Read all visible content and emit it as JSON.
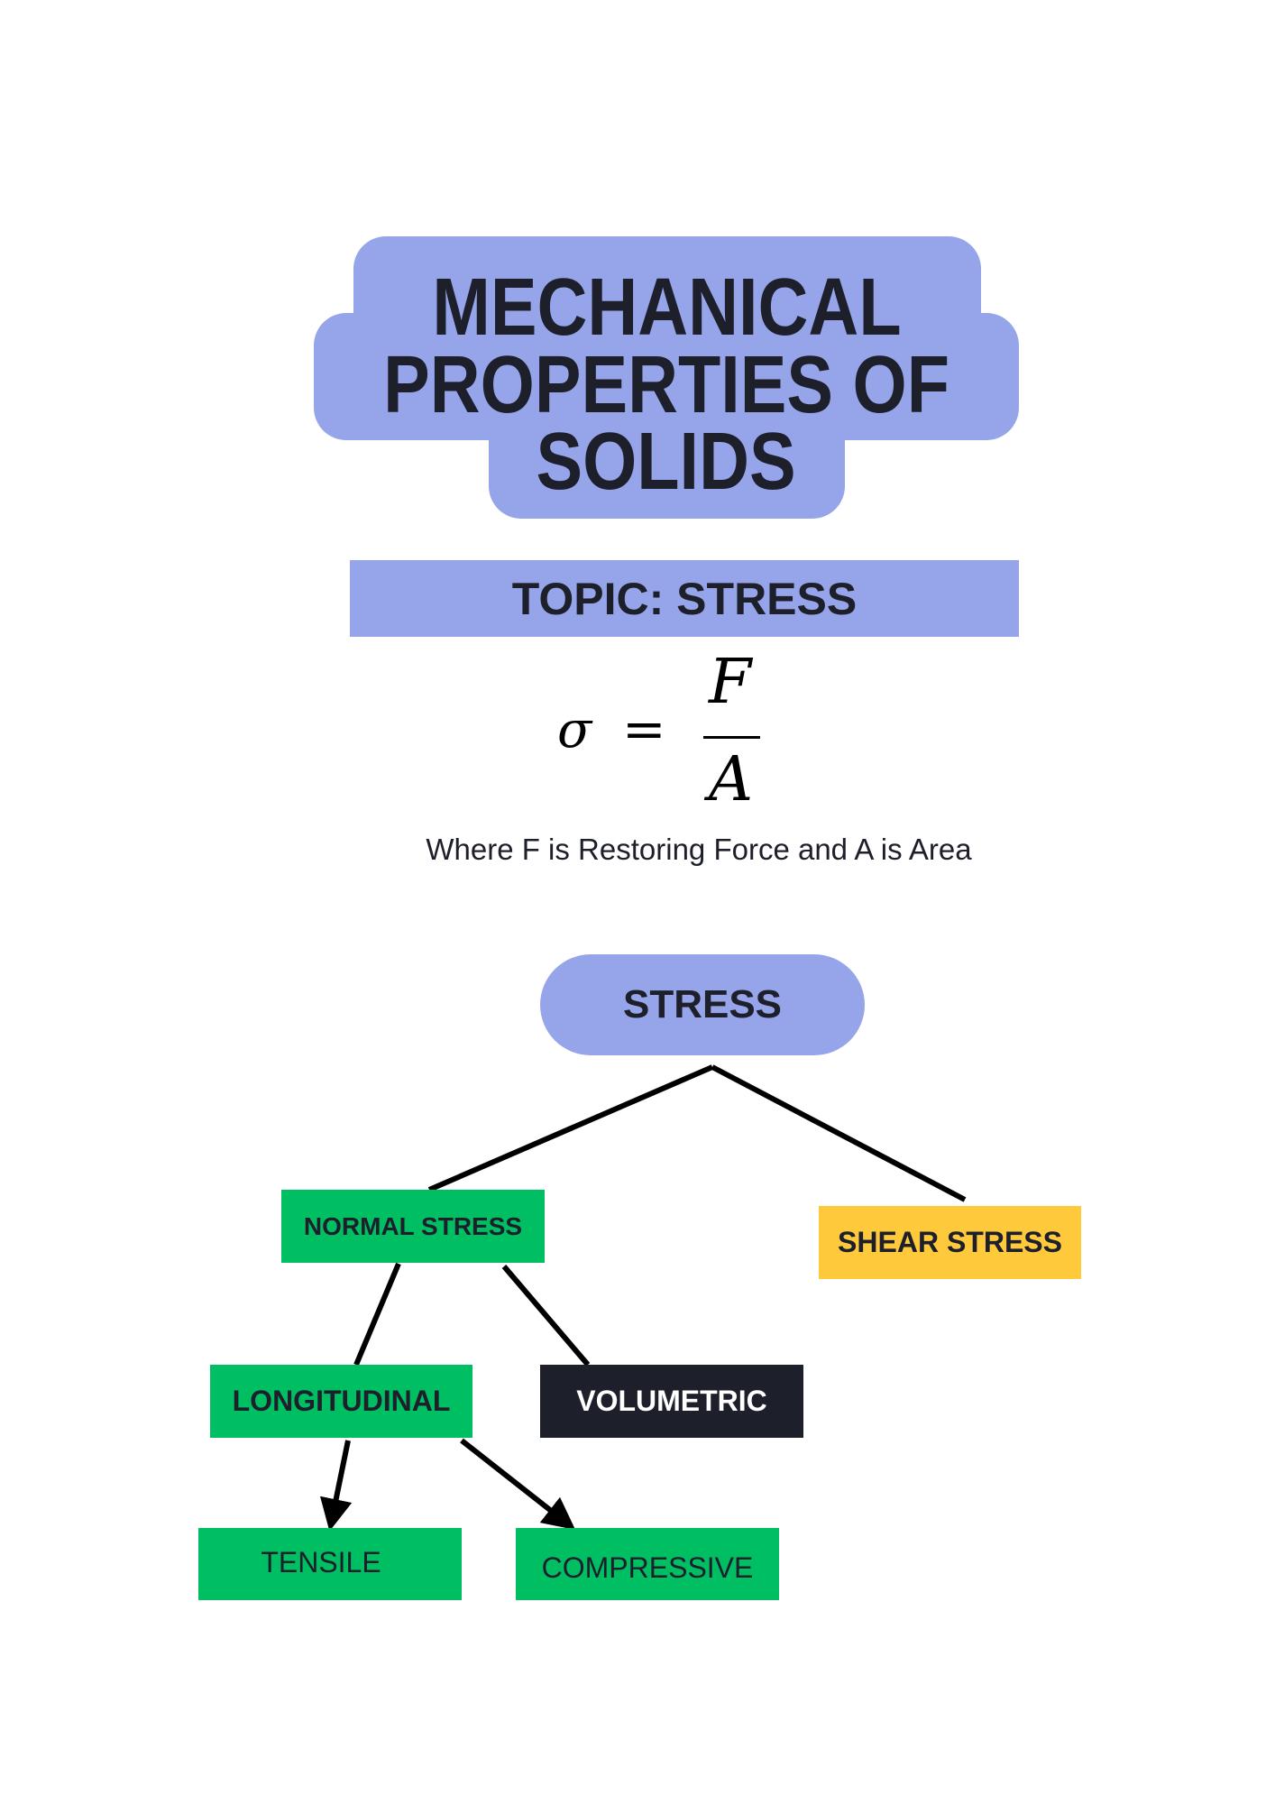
{
  "title": {
    "lines": [
      "MECHANICAL",
      "PROPERTIES OF",
      "SOLIDS"
    ]
  },
  "topic": {
    "label": "TOPIC: STRESS"
  },
  "formula": {
    "lhs": "σ",
    "equals": "=",
    "numerator": "F",
    "denominator": "A"
  },
  "caption": "Where F is Restoring Force and A is Area",
  "tree": {
    "root": "STRESS",
    "normal": "NORMAL STRESS",
    "shear": "SHEAR STRESS",
    "longitudinal": "LONGITUDINAL",
    "volumetric": "VOLUMETRIC",
    "tensile": "TENSILE",
    "compressive": "COMPRESSIVE"
  },
  "colors": {
    "lavender": "#96a5ea",
    "green": "#00bf63",
    "yellow": "#ffc93c",
    "dark": "#1d1f2b"
  }
}
